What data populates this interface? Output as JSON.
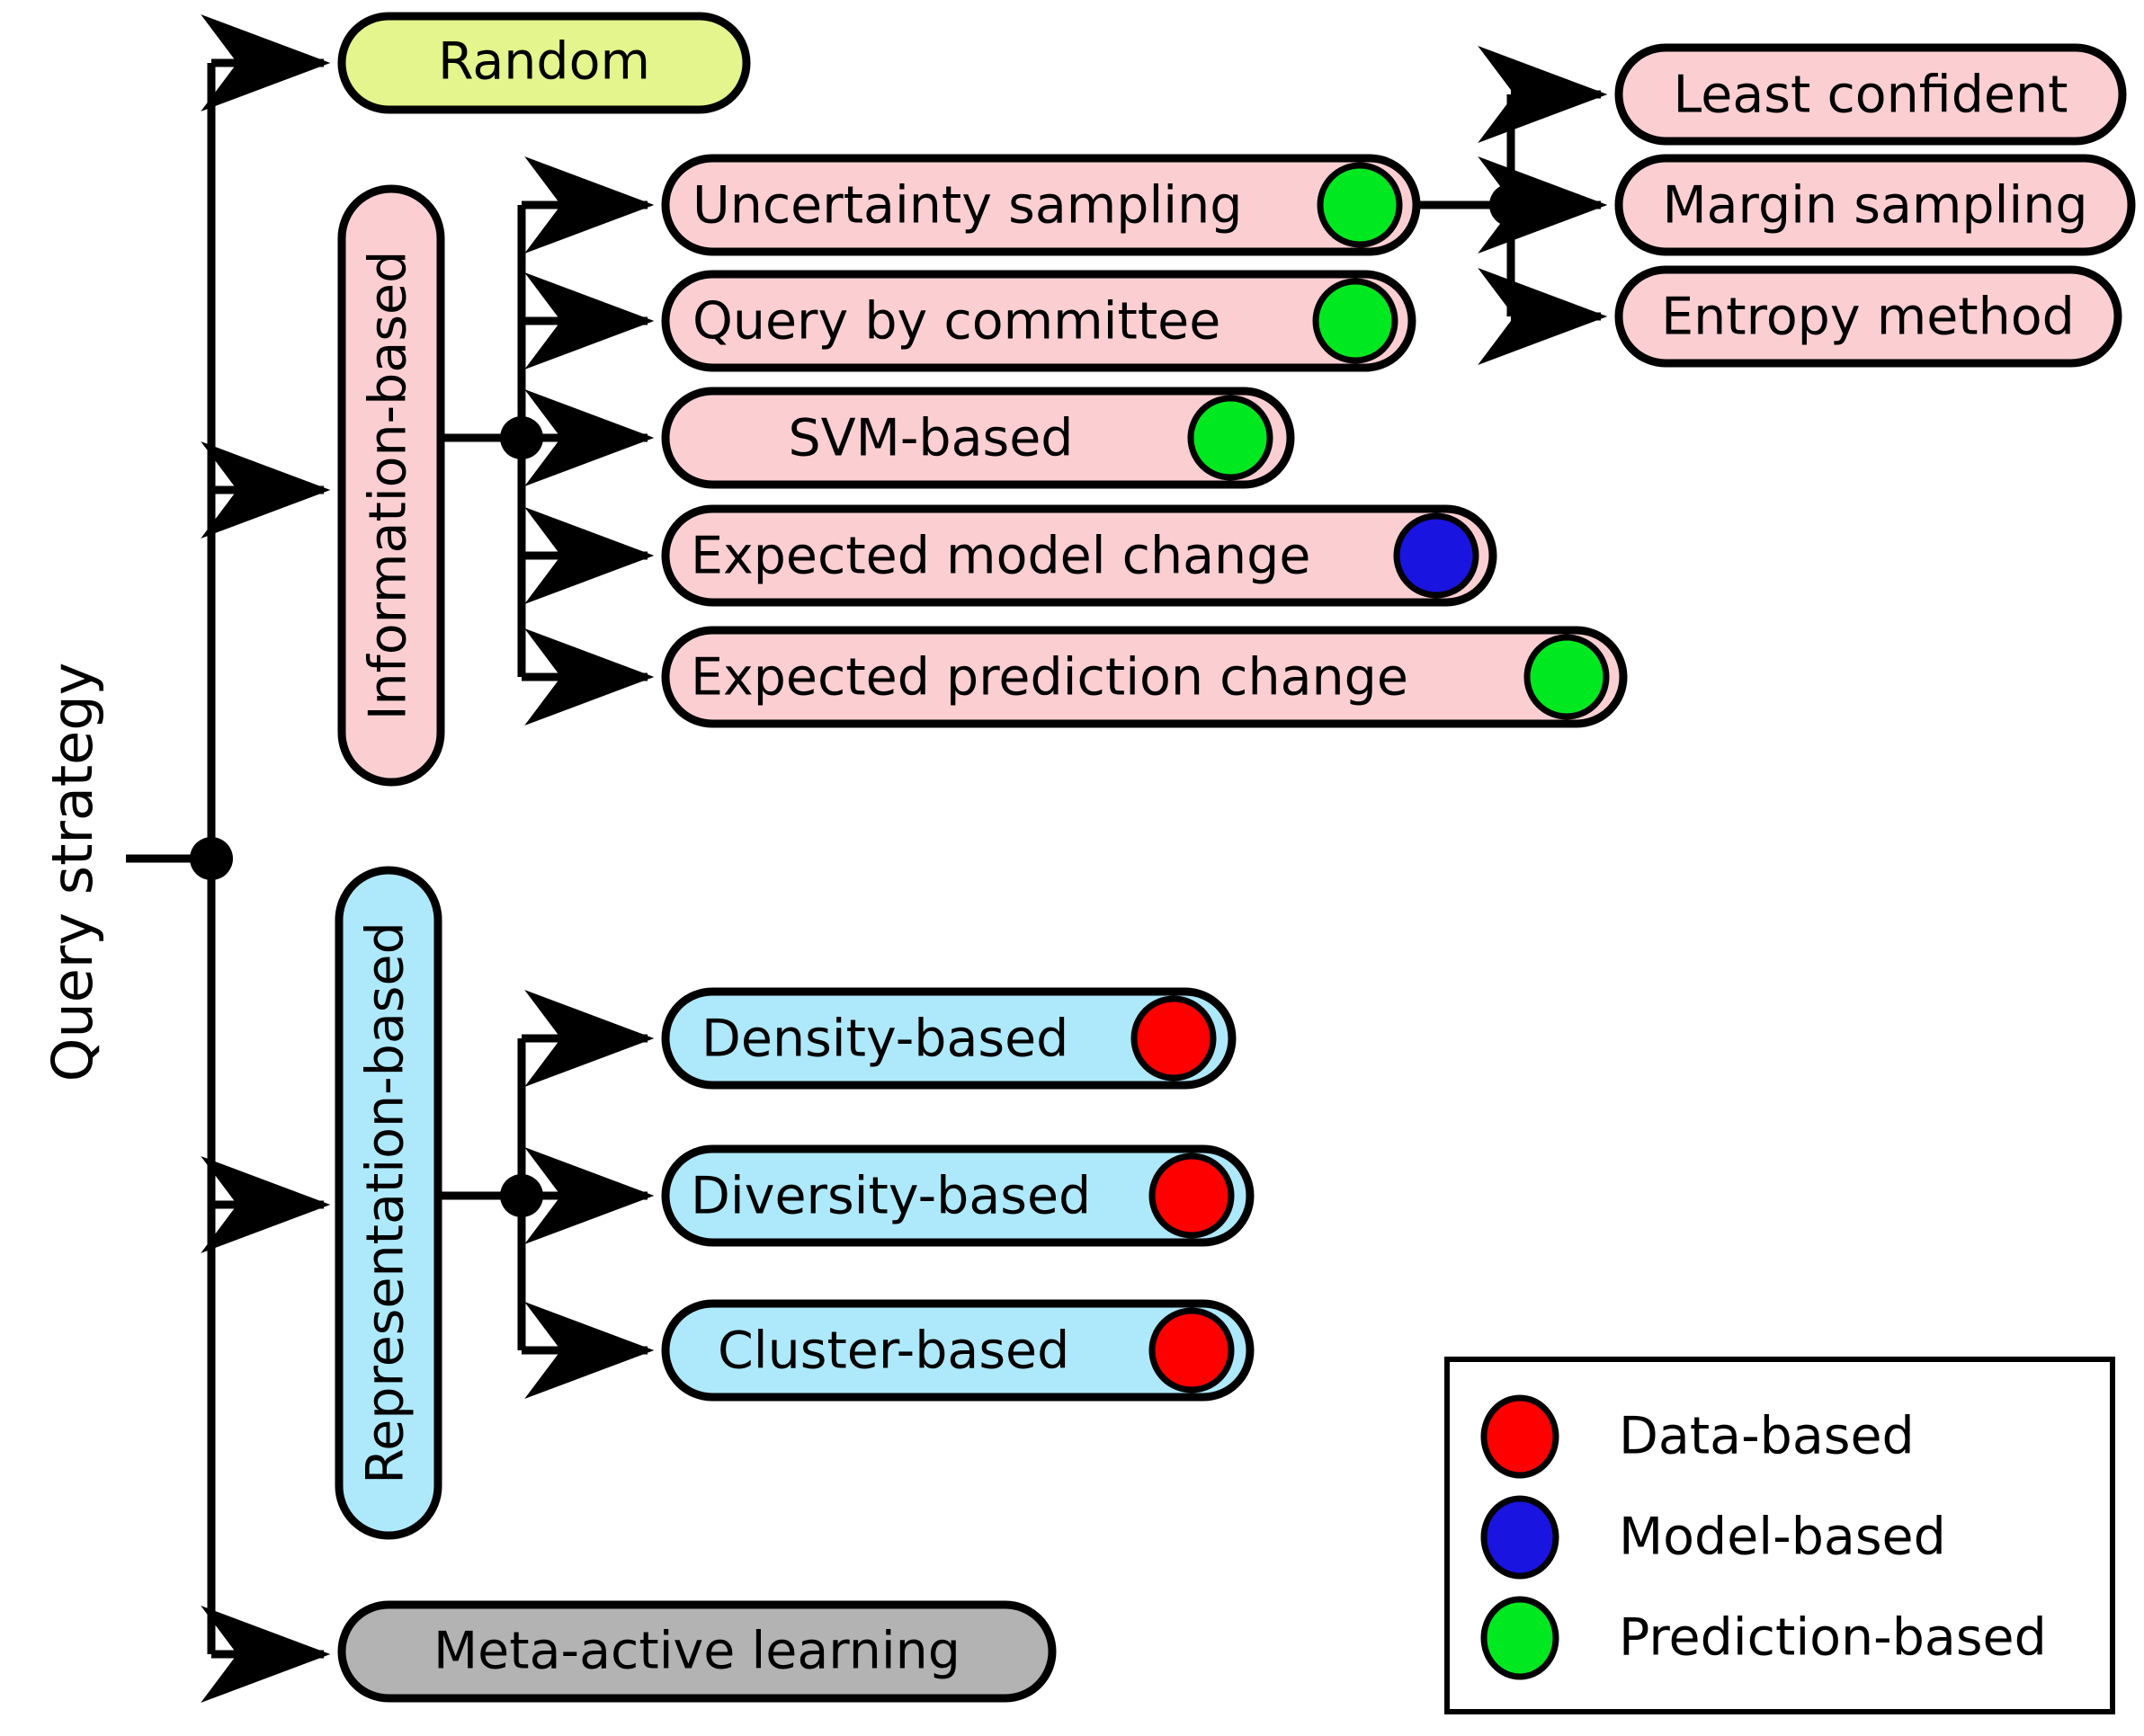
{
  "diagram": {
    "title": "Query strategy",
    "root": {
      "label": "Query strategy"
    },
    "colors": {
      "random_fill": "#e3f58c",
      "information_fill": "#fbcfd2",
      "representation_fill": "#aee9fb",
      "meta_fill": "#b3b3b3",
      "data_based": "#ff0000",
      "model_based": "#1a14e0",
      "prediction_based": "#00e820",
      "stroke": "#000000",
      "background": "#ffffff"
    },
    "level1": [
      {
        "id": "random",
        "label": "Random",
        "fill_key": "random_fill",
        "orientation": "horizontal"
      },
      {
        "id": "information-based",
        "label": "Information-based",
        "fill_key": "information_fill",
        "orientation": "vertical"
      },
      {
        "id": "representation-based",
        "label": "Representation-based",
        "fill_key": "representation_fill",
        "orientation": "vertical"
      },
      {
        "id": "meta-active-learning",
        "label": "Meta-active learning",
        "fill_key": "meta_fill",
        "orientation": "horizontal"
      }
    ],
    "information_children": [
      {
        "id": "uncertainty-sampling",
        "label": "Uncertainty sampling",
        "marker": "prediction_based",
        "has_marker": true
      },
      {
        "id": "query-by-committee",
        "label": "Query by committee",
        "marker": "prediction_based",
        "has_marker": true
      },
      {
        "id": "svm-based",
        "label": "SVM-based",
        "marker": "prediction_based",
        "has_marker": true
      },
      {
        "id": "expected-model-change",
        "label": "Expected model change",
        "marker": "model_based",
        "has_marker": true
      },
      {
        "id": "expected-prediction-change",
        "label": "Expected prediction change",
        "marker": "prediction_based",
        "has_marker": true
      }
    ],
    "uncertainty_children": [
      {
        "id": "least-confident",
        "label": "Least confident",
        "has_marker": false
      },
      {
        "id": "margin-sampling",
        "label": "Margin sampling",
        "has_marker": false
      },
      {
        "id": "entropy-method",
        "label": "Entropy method",
        "has_marker": false
      }
    ],
    "representation_children": [
      {
        "id": "density-based",
        "label": "Density-based",
        "marker": "data_based",
        "has_marker": true
      },
      {
        "id": "diversity-based",
        "label": "Diversity-based",
        "marker": "data_based",
        "has_marker": true
      },
      {
        "id": "cluster-based",
        "label": "Cluster-based",
        "marker": "data_based",
        "has_marker": true
      }
    ],
    "legend": {
      "items": [
        {
          "id": "data-based",
          "label": "Data-based",
          "color_key": "data_based"
        },
        {
          "id": "model-based",
          "label": "Model-based",
          "color_key": "model_based"
        },
        {
          "id": "prediction-based",
          "label": "Prediction-based",
          "color_key": "prediction_based"
        }
      ]
    }
  }
}
